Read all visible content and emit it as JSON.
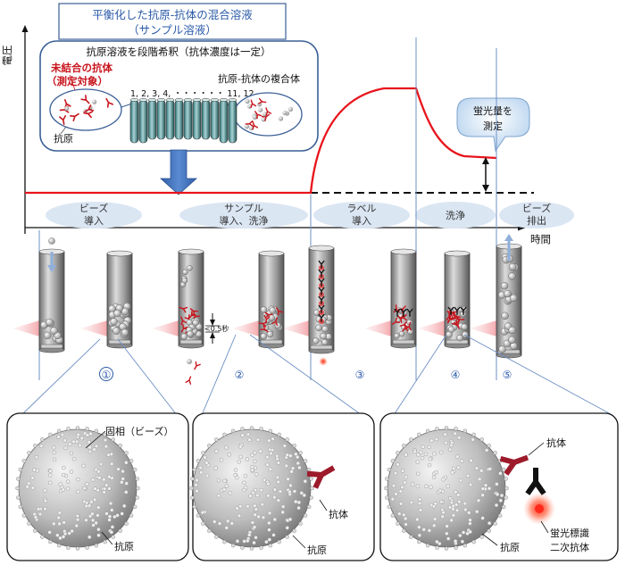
{
  "callout": {
    "title_line1": "平衡化した抗原-抗体の混合溶液",
    "title_line2": "（サンプル溶液）",
    "dilution_text": "抗原溶液を段階希釈（抗体濃度は一定）",
    "unbound_line1": "未結合の抗体",
    "unbound_line2": "（測定対象）",
    "complex_label": "抗原-抗体の複合体",
    "antigen_label": "抗原",
    "series_label": "1, 2, 3, 4, ・・・・・・ 11, 12"
  },
  "axes": {
    "y_label": "電圧",
    "x_label": "時間"
  },
  "bubble": {
    "line1": "蛍光量を",
    "line2": "測定"
  },
  "phases": [
    {
      "line1": "ビーズ",
      "line2": "導入"
    },
    {
      "line1": "サンプル",
      "line2": "導入、洗浄"
    },
    {
      "line1": "ラベル",
      "line2": "導入"
    },
    {
      "line1": "洗浄",
      "line2": ""
    },
    {
      "line1": "ビーズ",
      "line2": "排出"
    }
  ],
  "steps": [
    "①",
    "②",
    "③",
    "④",
    "⑤"
  ],
  "spacing_label": "<0.5秒",
  "panels": {
    "p1_solid": "固相（ビーズ）",
    "p1_antigen": "抗原",
    "p2_antibody": "抗体",
    "p2_antigen": "抗原",
    "p3_antibody": "抗体",
    "p3_antigen": "抗原",
    "p3_label_line1": "蛍光標識",
    "p3_label_line2": "二次抗体"
  },
  "colors": {
    "signal": "#e8141c",
    "callout_border": "#3a5f96",
    "phase_ellipse": "#dbe6f3",
    "step_number": "#2a58a8",
    "title_text": "#2a5aa8",
    "unbound_text": "#c8141c",
    "arrow": "#3d6fb8"
  }
}
